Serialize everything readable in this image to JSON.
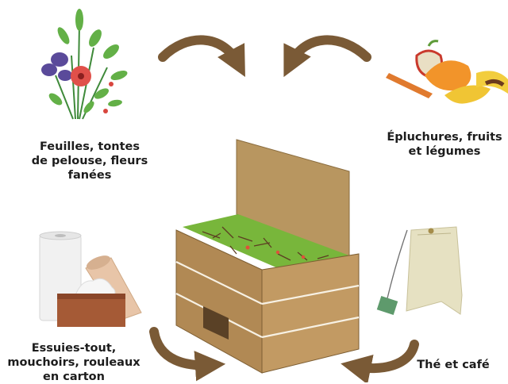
{
  "labels": {
    "leaves": [
      "Feuilles, tontes",
      "de pelouse, fleurs",
      "fanées"
    ],
    "peels": [
      "Épluchures, fruits",
      "et légumes"
    ],
    "paper": [
      "Essuies-tout,",
      "mouchoirs, rouleaux",
      "en carton"
    ],
    "tea": [
      "Thé et café"
    ]
  },
  "colors": {
    "arrow": "#7a5a36",
    "cardboard": "#b9935c",
    "cardboard_dark": "#8f6d3f",
    "compost_green": "#77b53a",
    "text": "#1c1c1c"
  },
  "icons": [
    "flower-bouquet-icon",
    "vegetable-peels-icon",
    "paper-towel-tissue-icon",
    "tea-bag-icon",
    "compost-bin-icon"
  ]
}
